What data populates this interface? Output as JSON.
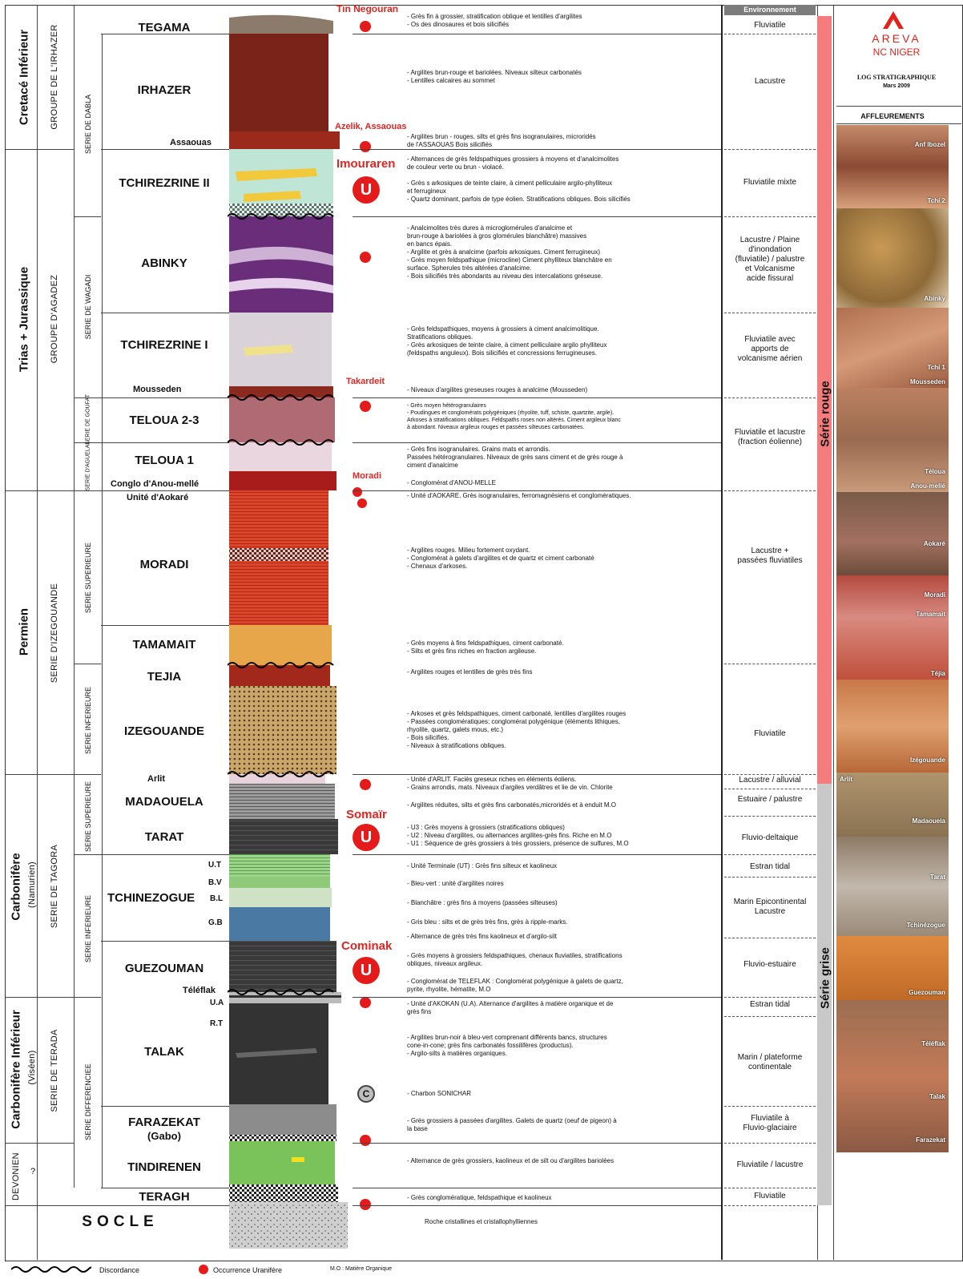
{
  "header": {
    "environment": "Environnement"
  },
  "logo": {
    "brand": "AREVA",
    "subsidiary": "NC NIGER",
    "title": "LOG STRATIGRAPHIQUE",
    "date": "Mars 2009"
  },
  "affleurements_title": "AFFLEUREMENTS",
  "periods": [
    "Cretacé Inférieur",
    "Trias + Jurassique",
    "Permien",
    "Carbonifère",
    "(Namurien)",
    "Carbonifère Inférieur",
    "(Viséen)",
    "DEVONIEN",
    "?"
  ],
  "groups": [
    "GROUPE DE L'IRHAZER",
    "GROUPE D'AGADEZ",
    "SERIE D'IZEGOUANDE",
    "SERIE DE TAGORA",
    "SERIE DE TERADA"
  ],
  "series": [
    "SERIE DE DABLA",
    "SERIE DE WAGADI",
    "SERIE DE GOUFAT",
    "SERIE D'AGUELAL",
    "SERIE SUPERIEURE",
    "SERIE INFERIEURE",
    "SERIE SUPERIEURE",
    "SERIE INFERIEURE",
    "SERIE DIFFERENCIEE"
  ],
  "formations": [
    "TEGAMA",
    "IRHAZER",
    "Assaouas",
    "TCHIREZRINE II",
    "ABINKY",
    "TCHIREZRINE I",
    "Mousseden",
    "TELOUA 2-3",
    "TELOUA 1",
    "Conglo d'Anou-mellé",
    "Unité d'Aokaré",
    "MORADI",
    "TAMAMAIT",
    "TEJIA",
    "IZEGOUANDE",
    "Arlit",
    "MADAOUELA",
    "TARAT",
    "TCHINEZOGUE",
    "GUEZOUMAN",
    "Téléflak",
    "TALAK",
    "FARAZEKAT",
    "(Gabo)",
    "TINDIRENEN",
    "TERAGH",
    "SOCLE"
  ],
  "sublabels": [
    "U.T",
    "B.V",
    "B.L",
    "G.B",
    "U.A",
    "R.T"
  ],
  "mines": [
    "Tin Negouran",
    "Azelik, Assaouas",
    "Imouraren",
    "Takardeit",
    "Moradi",
    "Somaïr",
    "Cominak"
  ],
  "u_symbol": "U",
  "c_symbol": "C",
  "descriptions": [
    "- Grès fin à grossier, stratification oblique et lentilles d'argilites\n- Os des dinosaures et bois silicifiés",
    "- Argilites brun-rouge et bariolées. Niveaux silteux carbonatés\n- Lentilles calcaires au sommet",
    "- Argilites brun - rouges, silts et grès fins isogranulaires, microridés\nde l'ASSAOUAS Bois silicifiés",
    "- Alternances de grès feldspathiques grossiers à moyens et d'analcimolites\nde couleur verte ou brun - violacé.\n\n- Grès s arkosiques de teinte claire, à ciment pelliculaire argilo-phylliteux\net ferrugineux\n- Quartz dominant, parfois de type éolien. Stratifications obliques. Bois silicifiés",
    "- Analcimolites très dures à microglomérules d'analcime et\nbrun-rouge à bariolées à gros glomérules blanchâtre) massives\nen bancs épais.\n- Argilite et grès à analcime (parfois arkosiques. Ciment ferrugineux)\n- Grès moyen feldspathique (microcline) Ciment phylliteux blanchâtre en\nsurface. Spherules très altérées d'analcime.\n- Bois silicifiés très abondants au niveau des intercalations gréseuse.",
    "- Grès feldspathiques, moyens à grossiers à ciment analcimolitique.\nStratifications obliques.\n- Grès arkosiques de teinte claire, à ciment pelliculaire argilo phylliteux\n(feldspaths anguleux). Bois silicifiés et concressions ferrugineuses.",
    "- Niveaux d'argilites greseuses rouges à analcime (Mousseden)",
    "- Grès moyen hétérogranulaires\n- Poudingues et conglomérats polygéniques (rhyolite, tuff, schiste, quartzite, argile).\nArkoses à stratifications obliques. Feldspaths roses non altérés. Ciment argileux blanc\nà abondant. Niveaux argileux rouges et passées silteuses carbonatées.",
    "- Grès fins isogranulaires. Grains mats et arrondis.\nPassées hétérogranulaires. Niveaux de grès sans ciment et de grès rouge à\nciment d'analcime",
    "- Conglomérat d'ANOU-MELLE",
    "- Unité d'AOKARE. Grès isogranulaires, ferromagnésiens et conglomératiques.",
    "- Argilites rouges. Milieu fortement oxydant.\n- Conglomérat à galets d'argilites et de quartz et ciment carbonaté\n- Chenaux d'arkoses.",
    "- Grès moyens à fins feldspathiques, ciment carbonaté.\n- Silts et grès fins riches en fraction argileuse.",
    "- Argilites rouges et lentilles de grès très fins",
    "- Arkoses et grès feldspathiques, ciment carbonaté, lentilles d'argilites rouges\n- Passées conglomératiques; conglomérat polygénique (éléments lithiques,\nrhyolite, quartz, galets mous, etc.)\n- Bois silicifiés.\n- Niveaux à stratifications obliques.",
    "- Unité d'ARLIT. Faciès greseux riches en éléments éoliens.\n- Grains arrondis, mats. Niveaux d'argiles verdâtres et lie de vin. Chlorite",
    "- Argilites réduites, silts et grès fins carbonatés,microridés et à enduit M.O",
    "- U3 : Grès moyens à grossiers (stratifications obliques)\n- U2 : Niveau d'argilites, ou alternances argilites-grès fins. Riche en M.O\n- U1 : Séquence de grès grossiers à très grossiers, présence de sulfures, M.O",
    "- Unité Terminale (UT) : Grès fins silteux et kaolineux",
    "- Bleu-vert : unité d'argilites noires",
    "- Blanchâtre : grès fins à moyens (passées silteuses)",
    "- Gris bleu : silts et de grès très fins, grès à ripple-marks.",
    "- Alternance de grès très fins kaolineux et d'argilo-silt",
    "- Grès moyens à grossiers feldspathiques, chenaux fluviatiles, stratifications\nobliques, niveaux argileux.",
    "- Conglomérat de TELEFLAK : Conglomérat polygénique à galets de quartz,\npyrite, rhyolite, hématite, M.O",
    "- Unité d'AKOKAN (U.A). Alternance d'argilites à matière organique et de\ngrès fins",
    "- Argilites brun-noir à bleu-vert comprenant différents bancs, structures\ncone-in-cone; grès fins carbonatés fossilifères (productus).\n- Argilo-silts à matières organiques.",
    "- Charbon SONICHAR",
    "- Grès grossiers à passées d'argilites. Galets de quartz (oeuf de pigeon) à\nla base",
    "- Alternance de grès grossiers, kaolineux et de silt ou d'argilites bariolées",
    "- Grès conglomératique, feldspathique et kaolineux",
    "Roche cristallines et cristallophylliennes"
  ],
  "environments": [
    "Fluviatile",
    "Lacustre",
    "Fluviatile mixte",
    "Lacustre / Plaine\nd'inondation\n(fluviatile) / palustre\net Volcanisme\nacide fissural",
    "Fluviatile avec\napports de\nvolcanisme aérien",
    "Fluviatile et lacustre\n(fraction éolienne)",
    "Lacustre +\npassées fluviatiles",
    "Fluviatile",
    "Lacustre / alluvial",
    "Estuaire / palustre",
    "Fluvio-deltaique",
    "Estran tidal",
    "Marin Epicontinental\nLacustre",
    "Fluvio-estuaire",
    "Estran tidal",
    "Marin / plateforme\ncontinentale",
    "Fluviatile à\nFluvio-glaciaire",
    "Fluviatile / lacustre",
    "Fluviatile"
  ],
  "bar_labels": [
    "Série rouge",
    "Série grise"
  ],
  "photo_labels": [
    "Anf Ibozel",
    "Tchi 2",
    "Abinky",
    "Tchi 1",
    "Mousseden",
    "Téloua",
    "Anou-mellé",
    "Aokaré",
    "Moradi",
    "Tamamait",
    "Téjia",
    "Izégouande",
    "Arlit",
    "Madaouela",
    "Tarat",
    "Tchinézogue",
    "Guezouman",
    "Téléflak",
    "Talak",
    "Farazekat"
  ],
  "legend": {
    "discordance": "Discordance",
    "occurrence": "Occurrence Uranifère",
    "mo": "M.O : Matière Organique"
  },
  "colors": {
    "mine": "#e52420",
    "serie_rouge": "#f47c7c",
    "serie_grise": "#c8c8c8"
  }
}
